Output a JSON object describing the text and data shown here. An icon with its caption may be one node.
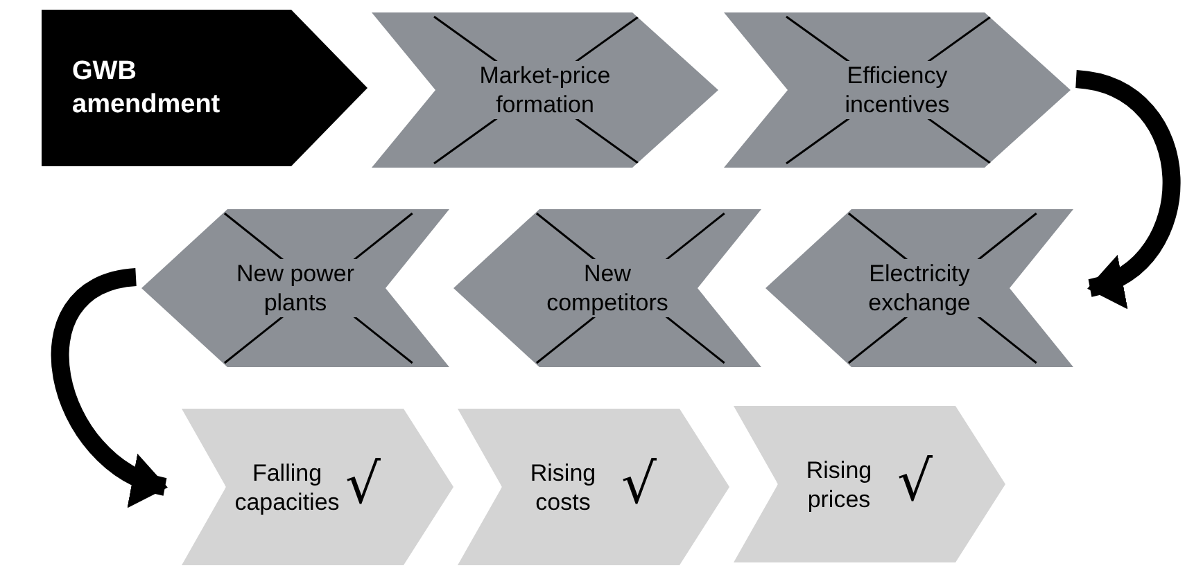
{
  "diagram": {
    "nodes": [
      {
        "text": [
          "GWB amendment"
        ]
      },
      {
        "text": [
          "Market-price formation"
        ]
      },
      {
        "text": [
          "Efficiency incentives"
        ]
      },
      {
        "text": [
          "New power plants"
        ]
      },
      {
        "text": [
          "New competitors"
        ]
      },
      {
        "text": [
          "Electricity exchange"
        ]
      },
      {
        "text": [
          "Falling capacities",
          "√"
        ]
      },
      {
        "text": [
          "Rising costs",
          "√"
        ]
      },
      {
        "text": [
          "Rising prices",
          "√"
        ]
      }
    ],
    "edges": [
      {
        "from": 2,
        "to": 5,
        "arrow": "to"
      },
      {
        "from": 3,
        "to": 6,
        "arrow": "to"
      }
    ]
  }
}
